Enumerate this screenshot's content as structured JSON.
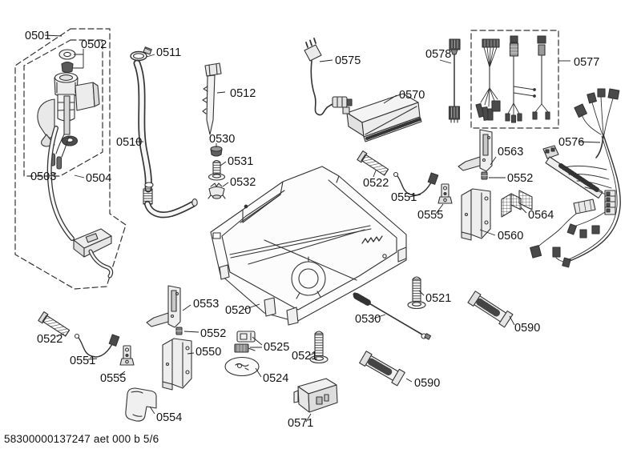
{
  "page": {
    "background_color": "#ffffff",
    "line_color": "#333333",
    "text_color": "#141414",
    "footer": "58300000137247 aet 000 b 5/6"
  },
  "diagram": {
    "type": "exploded-parts-diagram",
    "part_labels": [
      {
        "ref": "0501",
        "part": "aquastop-assembly-group"
      },
      {
        "ref": "0502",
        "part": "valve-seal-and-cap"
      },
      {
        "ref": "0511",
        "part": "hose-clamp"
      },
      {
        "ref": "0578",
        "part": "ribbon-cable"
      },
      {
        "ref": "0575",
        "part": "power-cord"
      },
      {
        "ref": "0577",
        "part": "cable-harness-set"
      },
      {
        "ref": "0512",
        "part": "mounting-rail"
      },
      {
        "ref": "0570",
        "part": "control-module"
      },
      {
        "ref": "0530",
        "part": "cap"
      },
      {
        "ref": "0510",
        "part": "inlet-hose"
      },
      {
        "ref": "0576",
        "part": "wiring-harness"
      },
      {
        "ref": "0563",
        "part": "bracket-right-upper"
      },
      {
        "ref": "0531",
        "part": "screw-with-flange"
      },
      {
        "ref": "0503",
        "part": "valve-wiring-pins"
      },
      {
        "ref": "0504",
        "part": "aquastop-valve"
      },
      {
        "ref": "0552",
        "part": "clip-right"
      },
      {
        "ref": "0532",
        "part": "adjusting-foot"
      },
      {
        "ref": "0522",
        "part": "damper-sleeve-right"
      },
      {
        "ref": "0551",
        "part": "switch-cable-right"
      },
      {
        "ref": "0555",
        "part": "holder-right"
      },
      {
        "ref": "0564",
        "part": "contact-grid"
      },
      {
        "ref": "0560",
        "part": "bracket-right-lower"
      },
      {
        "ref": "0553",
        "part": "bracket-left-upper"
      },
      {
        "ref": "0520",
        "part": "base-assembly"
      },
      {
        "ref": "0521",
        "part": "screw-right"
      },
      {
        "ref": "0530",
        "part": "linkage-rod"
      },
      {
        "ref": "0590",
        "part": "fixing-strip-right"
      },
      {
        "ref": "0552",
        "part": "clip-left"
      },
      {
        "ref": "0522",
        "part": "damper-sleeve-left"
      },
      {
        "ref": "0525",
        "part": "switch-set"
      },
      {
        "ref": "0550",
        "part": "bracket-left-lower"
      },
      {
        "ref": "0521",
        "part": "screw-bottom"
      },
      {
        "ref": "0551",
        "part": "switch-cable-left"
      },
      {
        "ref": "0555",
        "part": "holder-left"
      },
      {
        "ref": "0524",
        "part": "rotary-disc"
      },
      {
        "ref": "0590",
        "part": "fixing-strip-bottom"
      },
      {
        "ref": "0554",
        "part": "saddle-bracket"
      },
      {
        "ref": "0571",
        "part": "cover-box"
      }
    ]
  }
}
